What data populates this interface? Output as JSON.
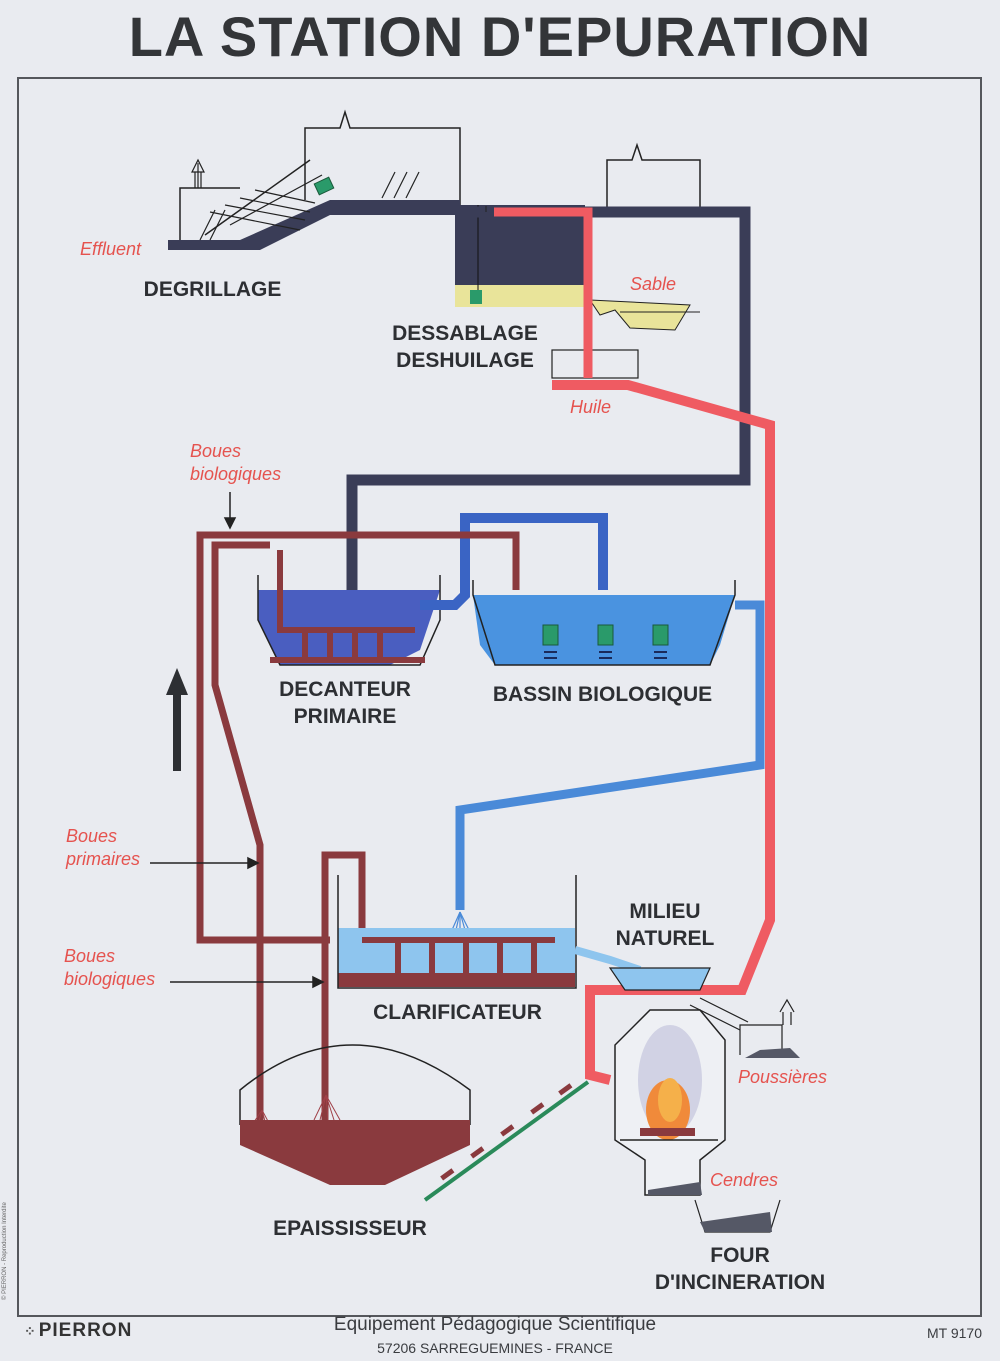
{
  "title": "LA STATION D'EPURATION",
  "stages": {
    "degrillage": "DEGRILLAGE",
    "dessablage_1": "DESSABLAGE",
    "dessablage_2": "DESHUILAGE",
    "decanteur_1": "DECANTEUR",
    "decanteur_2": "PRIMAIRE",
    "bassin": "BASSIN BIOLOGIQUE",
    "milieu_1": "MILIEU",
    "milieu_2": "NATUREL",
    "clarificateur": "CLARIFICATEUR",
    "epaississeur": "EPAISSISSEUR",
    "four_1": "FOUR",
    "four_2": "D'INCINERATION"
  },
  "annotations": {
    "effluent": "Effluent",
    "sable": "Sable",
    "huile": "Huile",
    "boues_bio_top_1": "Boues",
    "boues_bio_top_2": "biologiques",
    "boues_prim_1": "Boues",
    "boues_prim_2": "primaires",
    "boues_bio_low_1": "Boues",
    "boues_bio_low_2": "biologiques",
    "poussieres": "Poussières",
    "cendres": "Cendres"
  },
  "footer": {
    "brand": "PIERRON",
    "line1": "Equipement Pédagogique Scientifique",
    "line2": "57206 SARREGUEMINES - FRANCE",
    "ref": "MT 9170",
    "copyright": "© PIERRON - Reproduction Interdite"
  },
  "colors": {
    "effluent_pipe": "#3a3d57",
    "oil_pipe": "#ef5b62",
    "blue_pipe": "#3a64c4",
    "water_pipe": "#4a8ad8",
    "sludge_pipe": "#8a3a3e",
    "sand": "#e9e49a",
    "label_red": "#e5534f"
  }
}
